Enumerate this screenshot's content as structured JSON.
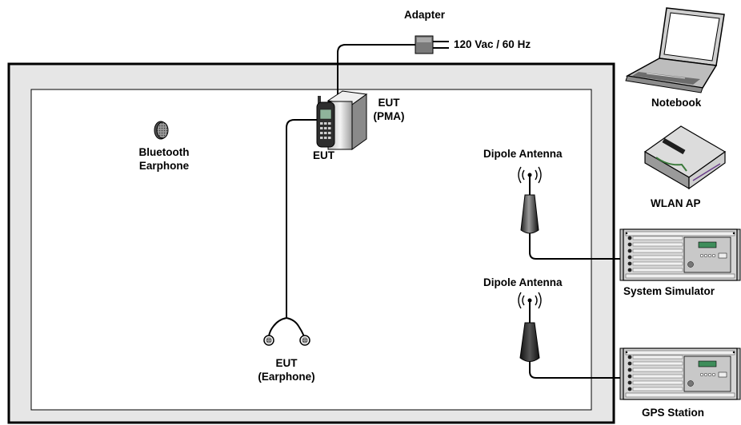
{
  "labels": {
    "adapter": "Adapter",
    "power": "120 Vac / 60 Hz",
    "notebook": "Notebook",
    "eut_pma_line1": "EUT",
    "eut_pma_line2": "(PMA)",
    "eut_phone": "EUT",
    "bluetooth_line1": "Bluetooth",
    "bluetooth_line2": "Earphone",
    "dipole_antenna_1": "Dipole Antenna",
    "wlan_ap": "WLAN AP",
    "system_simulator": "System Simulator",
    "dipole_antenna_2": "Dipole Antenna",
    "eut_earphone_line1": "EUT",
    "eut_earphone_line2": "(Earphone)",
    "gps_station": "GPS Station"
  },
  "icons": [
    "adapter-icon",
    "notebook-icon",
    "phone-icon",
    "pma-icon",
    "bluetooth-earphone-icon",
    "dipole-antenna-icon",
    "wlan-ap-icon",
    "system-simulator-icon",
    "gps-station-icon",
    "earphone-icon"
  ],
  "colors": {
    "chamber_outer": "#e6e6e6",
    "frame": "#000000",
    "rack": "#d9d9d9"
  }
}
